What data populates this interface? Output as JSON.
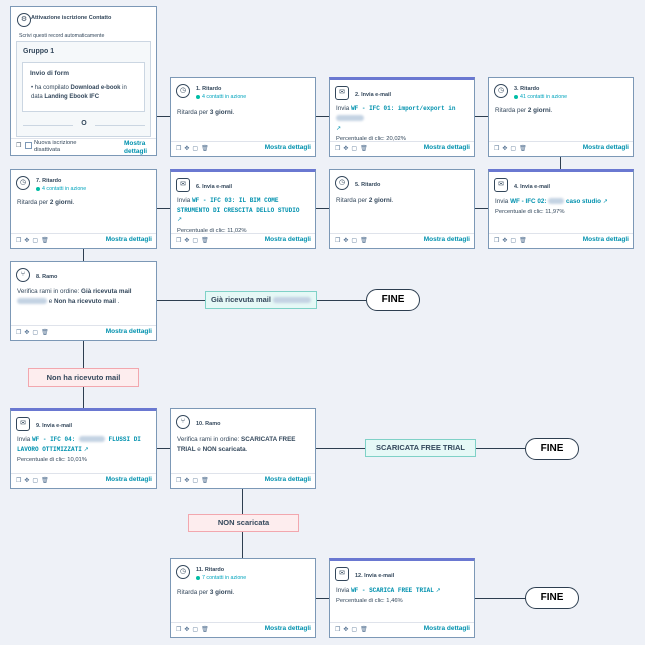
{
  "trigger": {
    "title": "Attivazione iscrizione Contatto",
    "subtitle": "Scrivi questi record automaticamente",
    "group_title": "Gruppo 1",
    "form_title": "Invio di form",
    "form_text_prefix": "ha compilato",
    "form_name": "Download e-book",
    "form_text_mid": "in data",
    "form_page": "Landing Ebook IFC",
    "or_label": "O",
    "footer_text": "Nuova iscrizione disattivata",
    "more": "Mostra dettagli"
  },
  "steps": {
    "s1": {
      "title": "1. Ritardo",
      "contacts": "4 contatti in azione",
      "text_prefix": "Ritarda per",
      "days": "3 giorni",
      "more": "Mostra dettagli"
    },
    "s2": {
      "title": "2. Invia e-mail",
      "prefix": "Invia",
      "link": "WF - IFC 01: import/export in",
      "pct": "Percentuale di clic: 20,02%",
      "more": "Mostra dettagli"
    },
    "s3": {
      "title": "3. Ritardo",
      "contacts": "41 contatti in azione",
      "text_prefix": "Ritarda per",
      "days": "2 giorni",
      "more": "Mostra dettagli"
    },
    "s4": {
      "title": "4. Invia e-mail",
      "prefix": "Invia",
      "link_a": "WF - IFC 02:",
      "link_b": "caso studio",
      "pct": "Percentuale di clic: 11,97%",
      "more": "Mostra dettagli"
    },
    "s5": {
      "title": "5. Ritardo",
      "text_prefix": "Ritarda per",
      "days": "2 giorni",
      "more": "Mostra dettagli"
    },
    "s6": {
      "title": "6. Invia e-mail",
      "prefix": "Invia",
      "link_a": "WF - IFC 03:",
      "link_b": "IL BIM COME STRUMENTO DI CRESCITA DELLO STUDIO",
      "pct": "Percentuale di clic: 11,02%",
      "more": "Mostra dettagli"
    },
    "s7": {
      "title": "7. Ritardo",
      "contacts": "4 contatti in azione",
      "text_prefix": "Ritarda per",
      "days": "2 giorni",
      "more": "Mostra dettagli"
    },
    "s8": {
      "title": "8. Ramo",
      "text_prefix": "Verifica rami in ordine:",
      "branch_a": "Già ricevuta mail",
      "conj": "e",
      "branch_b": "Non ha ricevuto mail",
      "end": ".",
      "more": "Mostra dettagli"
    },
    "s9": {
      "title": "9. Invia e-mail",
      "prefix": "Invia",
      "link_a": "WF - IFC 04:",
      "link_b": "FLUSSI DI LAVORO OTTIMIZZATI",
      "pct": "Percentuale di clic: 10,01%",
      "more": "Mostra dettagli"
    },
    "s10": {
      "title": "10. Ramo",
      "text_prefix": "Verifica rami in ordine:",
      "branch_a": "SCARICATA FREE TRIAL",
      "conj": "e",
      "branch_b": "NON scaricata",
      "end": ".",
      "more": "Mostra dettagli"
    },
    "s11": {
      "title": "11. Ritardo",
      "contacts": "7 contatti in azione",
      "text_prefix": "Ritarda per",
      "days": "3 giorni",
      "more": "Mostra dettagli"
    },
    "s12": {
      "title": "12. Invia e-mail",
      "prefix": "Invia",
      "link": "WF - SCARICA FREE TRIAL",
      "pct": "Percentuale di clic: 1,46%",
      "more": "Mostra dettagli"
    }
  },
  "branches": {
    "gia_ricevuta": "Già ricevuta mail",
    "non_ricevuto": "Non ha ricevuto mail",
    "scaricata": "SCARICATA FREE TRIAL",
    "non_scaricata": "NON scaricata"
  },
  "end_label": "FINE",
  "actions_icons": [
    "copy-icon",
    "move-icon",
    "clone-icon",
    "delete-icon"
  ]
}
